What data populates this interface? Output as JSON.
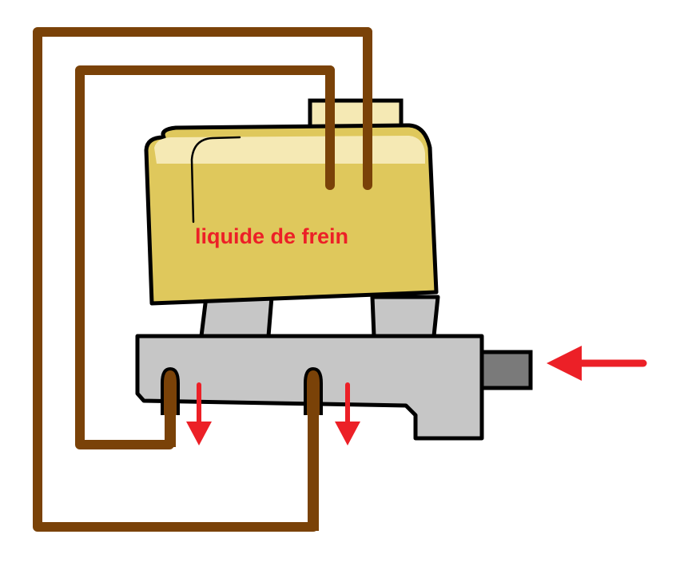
{
  "diagram": {
    "reservoir_label": "liquide de frein"
  },
  "colors": {
    "background": "#ffffff",
    "outline": "#000000",
    "reservoir_fill": "#dfc85c",
    "reservoir_highlight": "#f5e9b4",
    "cap_fill": "#f5e9b4",
    "master_cylinder_fill": "#c6c6c6",
    "pushrod_fill": "#7a7a7a",
    "pipe": "#7a4208",
    "arrow": "#ec2027",
    "label": "#ec2027"
  },
  "icons": {
    "push_arrow": "left-arrow",
    "outlet_arrows": "down-arrow"
  }
}
